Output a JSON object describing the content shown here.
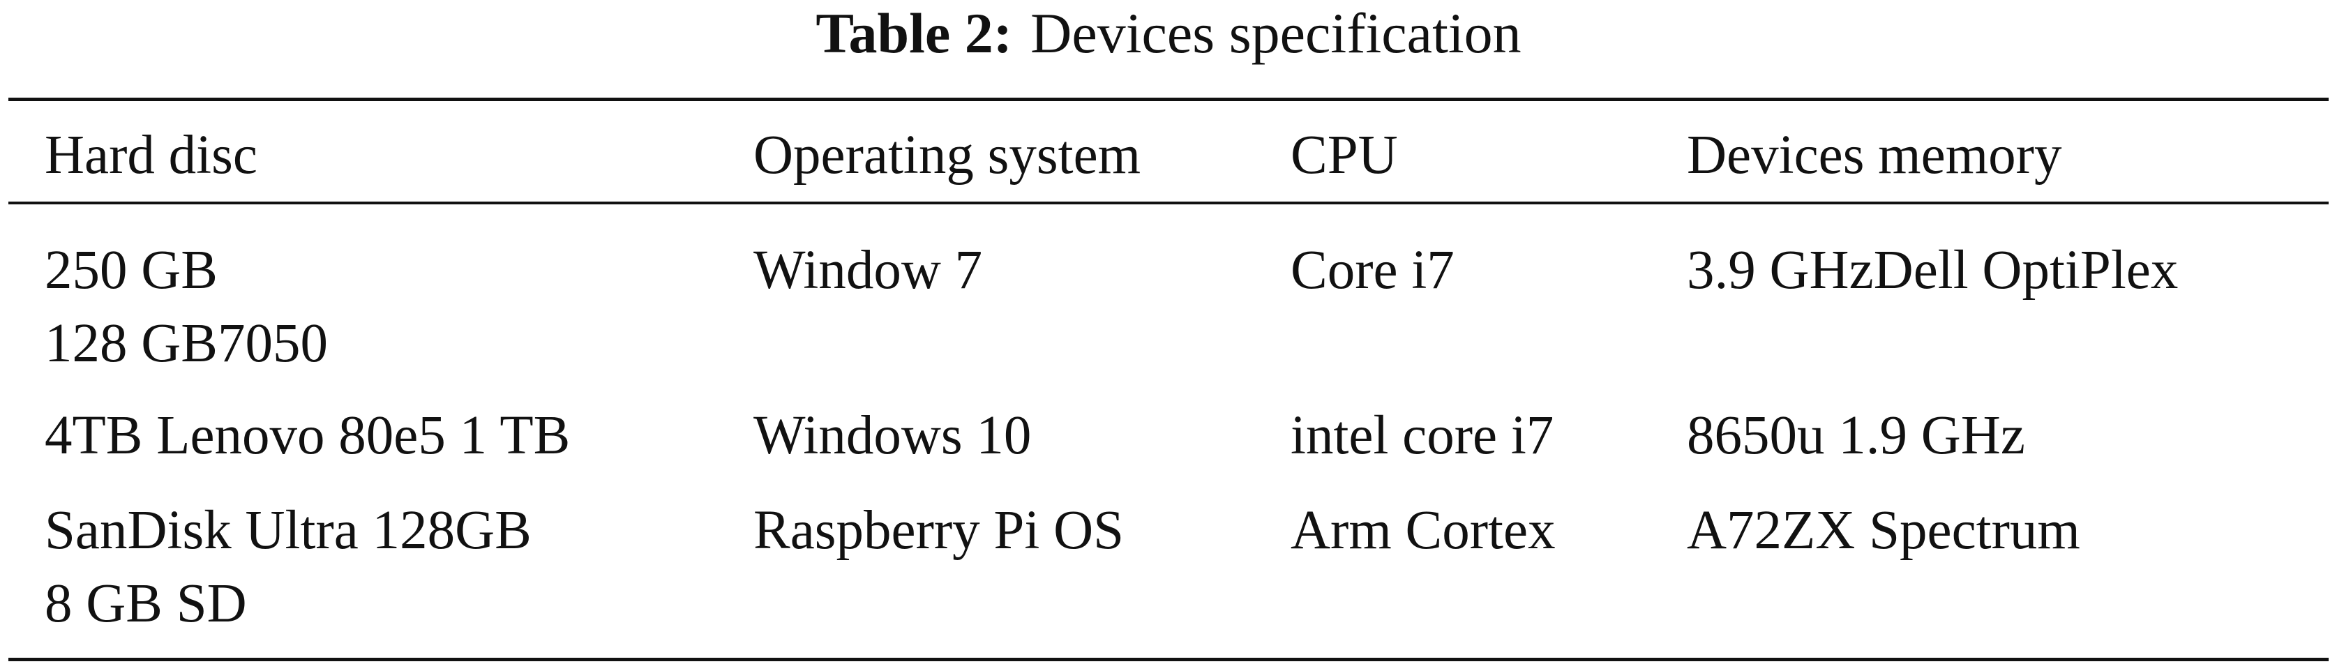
{
  "caption": {
    "label": "Table 2:",
    "text": "Devices specification"
  },
  "table": {
    "headers": [
      "Hard disc",
      "Operating system",
      "CPU",
      "Devices memory"
    ],
    "rows": [
      [
        "250 GB\n128 GB7050",
        "Window 7",
        "Core i7",
        "3.9 GHzDell OptiPlex"
      ],
      [
        "4TB Lenovo 80e5 1 TB",
        "Windows 10",
        "intel core i7",
        "8650u 1.9 GHz"
      ],
      [
        "SanDisk Ultra 128GB\n8 GB SD",
        "Raspberry Pi OS",
        "Arm Cortex",
        "A72ZX Spectrum"
      ]
    ]
  }
}
